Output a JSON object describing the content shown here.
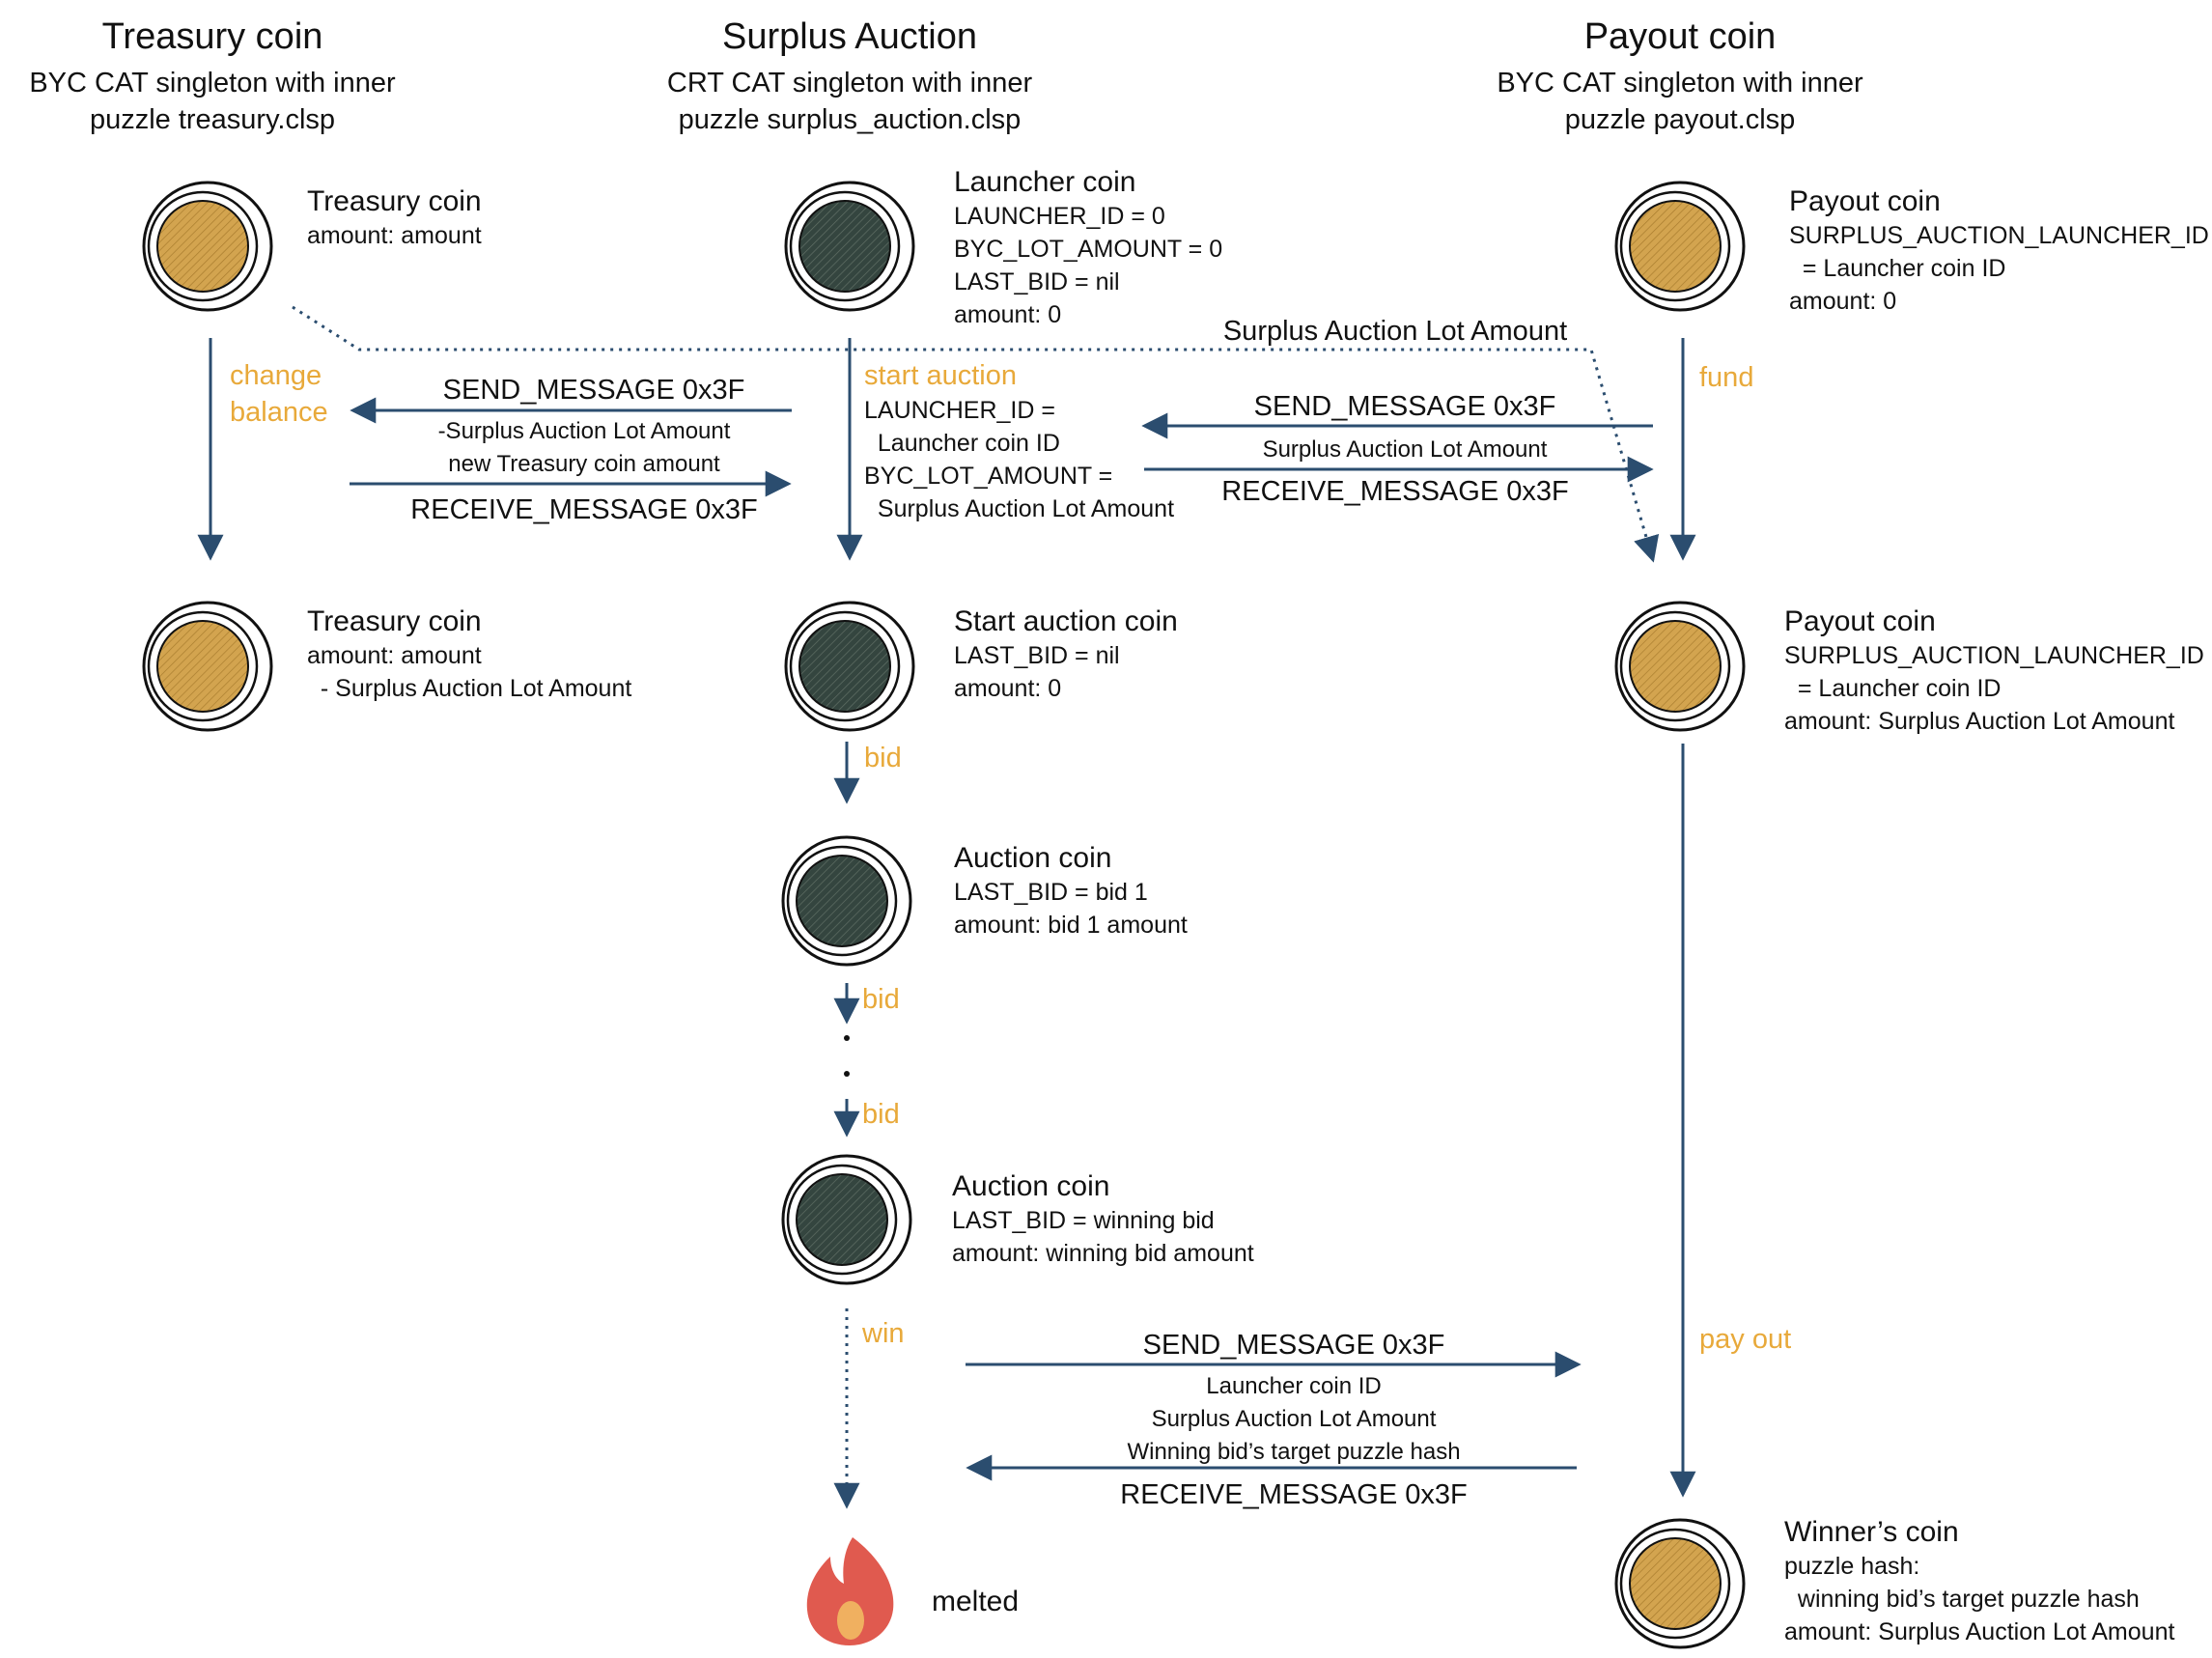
{
  "columns": {
    "treasury": {
      "title": "Treasury coin",
      "subtitle": [
        "BYC CAT singleton with inner",
        "puzzle treasury.clsp"
      ]
    },
    "auction": {
      "title": "Surplus Auction",
      "subtitle": [
        "CRT CAT singleton with inner",
        "puzzle surplus_auction.clsp"
      ]
    },
    "payout": {
      "title": "Payout coin",
      "subtitle": [
        "BYC CAT singleton with inner",
        "puzzle payout.clsp"
      ]
    }
  },
  "coins": {
    "treasury_1": {
      "title": "Treasury coin",
      "lines": [
        "amount: amount"
      ]
    },
    "launcher": {
      "title": "Launcher coin",
      "lines": [
        "LAUNCHER_ID = 0",
        "BYC_LOT_AMOUNT = 0",
        "LAST_BID = nil",
        "amount: 0"
      ]
    },
    "payout_1": {
      "title": "Payout coin",
      "lines": [
        "SURPLUS_AUCTION_LAUNCHER_ID",
        "  = Launcher coin ID",
        "amount: 0"
      ]
    },
    "treasury_2": {
      "title": "Treasury coin",
      "lines": [
        "amount: amount",
        "  - Surplus Auction Lot Amount"
      ]
    },
    "start": {
      "title": "Start auction coin",
      "lines": [
        "LAST_BID = nil",
        "amount: 0"
      ]
    },
    "payout_2": {
      "title": "Payout coin",
      "lines": [
        "SURPLUS_AUCTION_LAUNCHER_ID",
        "  = Launcher coin ID",
        "amount: Surplus Auction Lot Amount"
      ]
    },
    "auction_1": {
      "title": "Auction coin",
      "lines": [
        "LAST_BID = bid 1",
        "amount: bid 1 amount"
      ]
    },
    "auction_n": {
      "title": "Auction coin",
      "lines": [
        "LAST_BID = winning bid",
        "amount: winning bid amount"
      ]
    },
    "winner": {
      "title": "Winner’s coin",
      "lines": [
        "puzzle hash:",
        "  winning bid’s target puzzle hash",
        "amount: Surplus Auction Lot Amount"
      ]
    }
  },
  "actions": {
    "change_balance": [
      "change",
      "balance"
    ],
    "start_auction": "start auction",
    "start_auction_lines": [
      "LAUNCHER_ID =",
      "  Launcher coin ID",
      "BYC_LOT_AMOUNT =",
      "  Surplus Auction Lot Amount"
    ],
    "fund": "fund",
    "bid": "bid",
    "win": "win",
    "pay_out": "pay out",
    "melted": "melted"
  },
  "messages": {
    "treasury": {
      "send": "SEND_MESSAGE 0x3F",
      "lines": [
        "-Surplus Auction Lot Amount",
        "new Treasury coin amount"
      ],
      "receive": "RECEIVE_MESSAGE 0x3F"
    },
    "payout": {
      "send": "SEND_MESSAGE 0x3F",
      "lines": [
        "Surplus Auction Lot Amount"
      ],
      "receive": "RECEIVE_MESSAGE 0x3F"
    },
    "win": {
      "send": "SEND_MESSAGE 0x3F",
      "lines": [
        "Launcher coin ID",
        "Surplus Auction Lot Amount",
        "Winning bid’s target puzzle hash"
      ],
      "receive": "RECEIVE_MESSAGE 0x3F"
    },
    "lot_amount_label": "Surplus Auction Lot Amount"
  },
  "colors": {
    "arrow": "#2b4d6f",
    "action_label": "#e8a93a",
    "byc_coin": "#d3a44f",
    "crt_coin": "#34453f",
    "flame": "#e05a4f",
    "flame_core": "#f0b060"
  },
  "icons": [
    "coin-icon",
    "flame-icon"
  ]
}
